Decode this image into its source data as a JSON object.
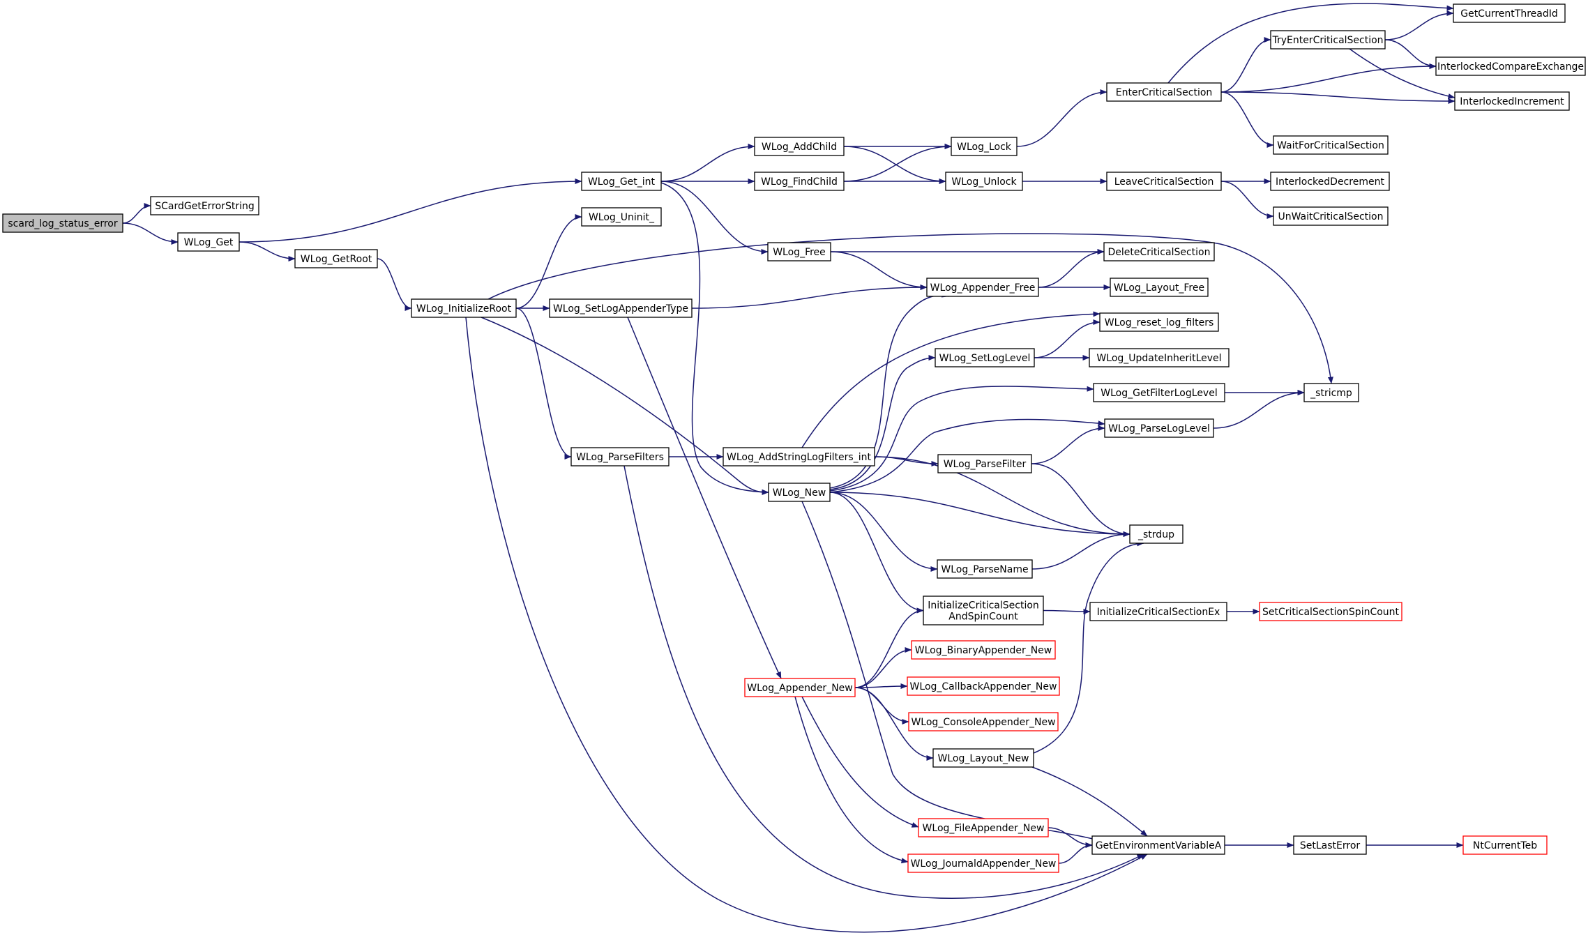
{
  "colors": {
    "edge": "#191970",
    "node_border": "#000000",
    "truncated_border": "#ff0000",
    "focus_fill": "#bfbfbf"
  },
  "nodes": {
    "scard_log_status_error": {
      "label": [
        "scard_log_status_error"
      ],
      "style": "focus"
    },
    "SCardGetErrorString": {
      "label": [
        "SCardGetErrorString"
      ]
    },
    "WLog_Get": {
      "label": [
        "WLog_Get"
      ]
    },
    "WLog_GetRoot": {
      "label": [
        "WLog_GetRoot"
      ]
    },
    "WLog_InitializeRoot": {
      "label": [
        "WLog_InitializeRoot"
      ]
    },
    "WLog_Get_int": {
      "label": [
        "WLog_Get_int"
      ]
    },
    "WLog_Uninit_": {
      "label": [
        "WLog_Uninit_"
      ]
    },
    "WLog_SetLogAppenderType": {
      "label": [
        "WLog_SetLogAppenderType"
      ]
    },
    "WLog_ParseFilters": {
      "label": [
        "WLog_ParseFilters"
      ]
    },
    "WLog_AddChild": {
      "label": [
        "WLog_AddChild"
      ]
    },
    "WLog_FindChild": {
      "label": [
        "WLog_FindChild"
      ]
    },
    "WLog_Free": {
      "label": [
        "WLog_Free"
      ]
    },
    "WLog_AddStringLogFilters_int": {
      "label": [
        "WLog_AddStringLogFilters_int"
      ]
    },
    "WLog_New": {
      "label": [
        "WLog_New"
      ]
    },
    "WLog_Appender_New": {
      "label": [
        "WLog_Appender_New"
      ],
      "style": "truncated"
    },
    "WLog_Lock": {
      "label": [
        "WLog_Lock"
      ]
    },
    "WLog_Unlock": {
      "label": [
        "WLog_Unlock"
      ]
    },
    "WLog_Appender_Free": {
      "label": [
        "WLog_Appender_Free"
      ]
    },
    "WLog_SetLogLevel": {
      "label": [
        "WLog_SetLogLevel"
      ]
    },
    "WLog_ParseFilter": {
      "label": [
        "WLog_ParseFilter"
      ]
    },
    "WLog_ParseName": {
      "label": [
        "WLog_ParseName"
      ]
    },
    "InitializeCriticalSectionAndSpinCount": {
      "label": [
        "InitializeCriticalSection",
        "AndSpinCount"
      ]
    },
    "WLog_BinaryAppender_New": {
      "label": [
        "WLog_BinaryAppender_New"
      ],
      "style": "truncated"
    },
    "WLog_CallbackAppender_New": {
      "label": [
        "WLog_CallbackAppender_New"
      ],
      "style": "truncated"
    },
    "WLog_ConsoleAppender_New": {
      "label": [
        "WLog_ConsoleAppender_New"
      ],
      "style": "truncated"
    },
    "WLog_Layout_New": {
      "label": [
        "WLog_Layout_New"
      ]
    },
    "WLog_FileAppender_New": {
      "label": [
        "WLog_FileAppender_New"
      ],
      "style": "truncated"
    },
    "WLog_JournaldAppender_New": {
      "label": [
        "WLog_JournaldAppender_New"
      ],
      "style": "truncated"
    },
    "EnterCriticalSection": {
      "label": [
        "EnterCriticalSection"
      ]
    },
    "LeaveCriticalSection": {
      "label": [
        "LeaveCriticalSection"
      ]
    },
    "DeleteCriticalSection": {
      "label": [
        "DeleteCriticalSection"
      ]
    },
    "WLog_Layout_Free": {
      "label": [
        "WLog_Layout_Free"
      ]
    },
    "WLog_reset_log_filters": {
      "label": [
        "WLog_reset_log_filters"
      ]
    },
    "WLog_UpdateInheritLevel": {
      "label": [
        "WLog_UpdateInheritLevel"
      ]
    },
    "WLog_GetFilterLogLevel": {
      "label": [
        "WLog_GetFilterLogLevel"
      ]
    },
    "WLog_ParseLogLevel": {
      "label": [
        "WLog_ParseLogLevel"
      ]
    },
    "_strdup": {
      "label": [
        "_strdup"
      ]
    },
    "InitializeCriticalSectionEx": {
      "label": [
        "InitializeCriticalSectionEx"
      ]
    },
    "GetEnvironmentVariableA": {
      "label": [
        "GetEnvironmentVariableA"
      ]
    },
    "TryEnterCriticalSection": {
      "label": [
        "TryEnterCriticalSection"
      ]
    },
    "WaitForCriticalSection": {
      "label": [
        "WaitForCriticalSection"
      ]
    },
    "InterlockedDecrement": {
      "label": [
        "InterlockedDecrement"
      ]
    },
    "UnWaitCriticalSection": {
      "label": [
        "UnWaitCriticalSection"
      ]
    },
    "_stricmp": {
      "label": [
        "_stricmp"
      ]
    },
    "SetCriticalSectionSpinCount": {
      "label": [
        "SetCriticalSectionSpinCount"
      ],
      "style": "truncated"
    },
    "SetLastError": {
      "label": [
        "SetLastError"
      ]
    },
    "GetCurrentThreadId": {
      "label": [
        "GetCurrentThreadId"
      ]
    },
    "InterlockedCompareExchange": {
      "label": [
        "InterlockedCompareExchange"
      ]
    },
    "InterlockedIncrement": {
      "label": [
        "InterlockedIncrement"
      ]
    },
    "NtCurrentTeb": {
      "label": [
        "NtCurrentTeb"
      ],
      "style": "truncated"
    }
  },
  "edges": [
    [
      "scard_log_status_error",
      "SCardGetErrorString"
    ],
    [
      "scard_log_status_error",
      "WLog_Get"
    ],
    [
      "WLog_Get",
      "WLog_Get_int"
    ],
    [
      "WLog_Get",
      "WLog_GetRoot"
    ],
    [
      "WLog_GetRoot",
      "WLog_InitializeRoot"
    ],
    [
      "WLog_Get_int",
      "WLog_AddChild"
    ],
    [
      "WLog_Get_int",
      "WLog_FindChild"
    ],
    [
      "WLog_Get_int",
      "WLog_Free"
    ],
    [
      "WLog_Get_int",
      "WLog_New"
    ],
    [
      "WLog_AddChild",
      "WLog_Lock"
    ],
    [
      "WLog_AddChild",
      "WLog_Unlock"
    ],
    [
      "WLog_FindChild",
      "WLog_Lock"
    ],
    [
      "WLog_FindChild",
      "WLog_Unlock"
    ],
    [
      "WLog_Lock",
      "EnterCriticalSection"
    ],
    [
      "WLog_Unlock",
      "LeaveCriticalSection"
    ],
    [
      "EnterCriticalSection",
      "GetCurrentThreadId"
    ],
    [
      "EnterCriticalSection",
      "TryEnterCriticalSection"
    ],
    [
      "EnterCriticalSection",
      "InterlockedCompareExchange"
    ],
    [
      "EnterCriticalSection",
      "InterlockedIncrement"
    ],
    [
      "EnterCriticalSection",
      "WaitForCriticalSection"
    ],
    [
      "TryEnterCriticalSection",
      "GetCurrentThreadId"
    ],
    [
      "TryEnterCriticalSection",
      "InterlockedCompareExchange"
    ],
    [
      "TryEnterCriticalSection",
      "InterlockedIncrement"
    ],
    [
      "LeaveCriticalSection",
      "InterlockedDecrement"
    ],
    [
      "LeaveCriticalSection",
      "UnWaitCriticalSection"
    ],
    [
      "WLog_Free",
      "DeleteCriticalSection"
    ],
    [
      "WLog_Free",
      "WLog_Appender_Free"
    ],
    [
      "WLog_Appender_Free",
      "DeleteCriticalSection"
    ],
    [
      "WLog_Appender_Free",
      "WLog_Layout_Free"
    ],
    [
      "WLog_InitializeRoot",
      "WLog_Uninit_"
    ],
    [
      "WLog_InitializeRoot",
      "_stricmp"
    ],
    [
      "WLog_InitializeRoot",
      "WLog_SetLogAppenderType"
    ],
    [
      "WLog_InitializeRoot",
      "WLog_ParseFilters"
    ],
    [
      "WLog_InitializeRoot",
      "WLog_New"
    ],
    [
      "WLog_InitializeRoot",
      "GetEnvironmentVariableA"
    ],
    [
      "WLog_SetLogAppenderType",
      "WLog_Appender_Free"
    ],
    [
      "WLog_SetLogAppenderType",
      "WLog_Appender_New"
    ],
    [
      "WLog_ParseFilters",
      "WLog_AddStringLogFilters_int"
    ],
    [
      "WLog_ParseFilters",
      "GetEnvironmentVariableA"
    ],
    [
      "WLog_AddStringLogFilters_int",
      "WLog_reset_log_filters"
    ],
    [
      "WLog_AddStringLogFilters_int",
      "WLog_ParseFilter"
    ],
    [
      "WLog_AddStringLogFilters_int",
      "_strdup"
    ],
    [
      "WLog_ParseFilter",
      "WLog_ParseLogLevel"
    ],
    [
      "WLog_ParseFilter",
      "_strdup"
    ],
    [
      "WLog_New",
      "WLog_Appender_Free"
    ],
    [
      "WLog_New",
      "WLog_SetLogLevel"
    ],
    [
      "WLog_New",
      "WLog_GetFilterLogLevel"
    ],
    [
      "WLog_New",
      "WLog_ParseLogLevel"
    ],
    [
      "WLog_New",
      "_strdup"
    ],
    [
      "WLog_New",
      "WLog_ParseName"
    ],
    [
      "WLog_New",
      "InitializeCriticalSectionAndSpinCount"
    ],
    [
      "WLog_New",
      "GetEnvironmentVariableA"
    ],
    [
      "WLog_SetLogLevel",
      "WLog_reset_log_filters"
    ],
    [
      "WLog_SetLogLevel",
      "WLog_UpdateInheritLevel"
    ],
    [
      "WLog_GetFilterLogLevel",
      "_stricmp"
    ],
    [
      "WLog_ParseLogLevel",
      "_stricmp"
    ],
    [
      "WLog_ParseName",
      "_strdup"
    ],
    [
      "InitializeCriticalSectionAndSpinCount",
      "InitializeCriticalSectionEx"
    ],
    [
      "InitializeCriticalSectionEx",
      "SetCriticalSectionSpinCount"
    ],
    [
      "WLog_Appender_New",
      "InitializeCriticalSectionAndSpinCount"
    ],
    [
      "WLog_Appender_New",
      "WLog_BinaryAppender_New"
    ],
    [
      "WLog_Appender_New",
      "WLog_CallbackAppender_New"
    ],
    [
      "WLog_Appender_New",
      "WLog_ConsoleAppender_New"
    ],
    [
      "WLog_Appender_New",
      "WLog_Layout_New"
    ],
    [
      "WLog_Appender_New",
      "WLog_FileAppender_New"
    ],
    [
      "WLog_Appender_New",
      "WLog_JournaldAppender_New"
    ],
    [
      "WLog_Layout_New",
      "_strdup"
    ],
    [
      "WLog_Layout_New",
      "GetEnvironmentVariableA"
    ],
    [
      "WLog_FileAppender_New",
      "GetEnvironmentVariableA"
    ],
    [
      "WLog_JournaldAppender_New",
      "GetEnvironmentVariableA"
    ],
    [
      "GetEnvironmentVariableA",
      "SetLastError"
    ],
    [
      "SetLastError",
      "NtCurrentTeb"
    ]
  ]
}
